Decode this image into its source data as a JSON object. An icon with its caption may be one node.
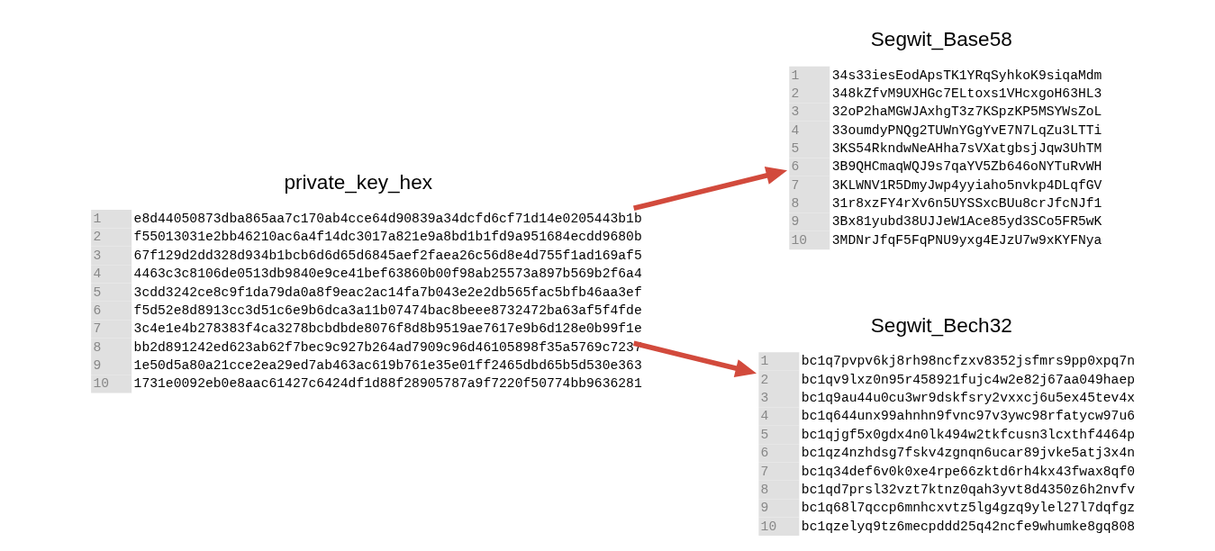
{
  "diagram": {
    "nodes": [
      {
        "text": [
          "private_key_hex",
          "1",
          "e8d44050873dba865aa7c170ab4cce64d90839a34dcfd6cf71d14e0205443b1b",
          "2",
          "f55013031e2bb46210ac6a4f14dc3017a821e9a8bd1b1fd9a951684ecdd9680b",
          "3",
          "67f129d2dd328d934b1bcb6d6d65d6845aef2faea26c56d8e4d755f1ad169af5",
          "4",
          "4463c3c8106de0513db9840e9ce41bef63860b00f98ab25573a897b569b2f6a4",
          "5",
          "3cdd3242ce8c9f1da79da0a8f9eac2ac14fa7b043e2e2db565fac5bfb46aa3ef",
          "6",
          "f5d52e8d8913cc3d51c6e9b6dca3a11b07474bac8beee8732472ba63af5f4fde",
          "7",
          "3c4e1e4b278383f4ca3278bcbdbde8076f8d8b9519ae7617e9b6d128e0b99f1e",
          "8",
          "bb2d891242ed623ab62f7bec9c927b264ad7909c96d46105898f35a5769c7237",
          "9",
          "1e50d5a80a21cce2ea29ed7ab463ac619b761e35e01ff2465dbd65b5d530e363",
          "10",
          "1731e0092eb0e8aac61427c6424df1d88f28905787a9f7220f50774bb9636281"
        ]
      },
      {
        "text": [
          "Segwit_Base58",
          "1",
          "34s33iesEodApsTK1YRqSyhkoK9siqaMdm",
          "2",
          "348kZfvM9UXHGc7ELtoxs1VHcxgoH63HL3",
          "3",
          "32oP2haMGWJAxhgT3z7KSpzKP5MSYWsZoL",
          "4",
          "33oumdyPNQg2TUWnYGgYvE7N7LqZu3LTTi",
          "5",
          "3KS54RkndwNeAHha7sVXatgbsjJqw3UhTM",
          "6",
          "3B9QHCmaqWQJ9s7qaYV5Zb646oNYTuRvWH",
          "7",
          "3KLWNV1R5DmyJwp4yyiaho5nvkp4DLqfGV",
          "8",
          "31r8xzFY4rXv6n5UYSSxcBUu8crJfcNJf1",
          "9",
          "3Bx81yubd38UJJeW1Ace85yd3SCo5FR5wK",
          "10",
          "3MDNrJfqF5FqPNU9yxg4EJzU7w9xKYFNya"
        ]
      },
      {
        "text": [
          "Segwit_Bech32",
          "1",
          "bc1q7pvpv6kj8rh98ncfzxv8352jsfmrs9pp0xpq7n",
          "2",
          "bc1qv9lxz0n95r458921fujc4w2e82j67aa049haep",
          "3",
          "bc1q9au44u0cu3wr9dskfsry2vxxcj6u5ex45tev4x",
          "4",
          "bc1q644unx99ahnhn9fvnc97v3ywc98rfatycw97u6",
          "5",
          "bc1qjgf5x0gdx4n0lk494w2tkfcusn3lcxthf4464p",
          "6",
          "bc1qz4nzhdsg7fskv4zgnqn6ucar89jvke5atj3x4n",
          "7",
          "bc1q34def6v0k0xe4rpe66zktd6rh4kx43fwax8qf0",
          "8",
          "bc1qd7prsl32vzt7ktnz0qah3yvt8d4350z6h2nvfv",
          "9",
          "bc1q68l7qccp6mnhcxvtz5lg4gzq9ylel27l7dqfgz",
          "10",
          "bc1qzelyq9tz6mecpddd25q42ncfe9whumke8gq808"
        ]
      }
    ],
    "edges": [
      {
        "from": 0,
        "to": 1,
        "arrow": "to"
      },
      {
        "from": 0,
        "to": 2,
        "arrow": "to"
      }
    ]
  }
}
